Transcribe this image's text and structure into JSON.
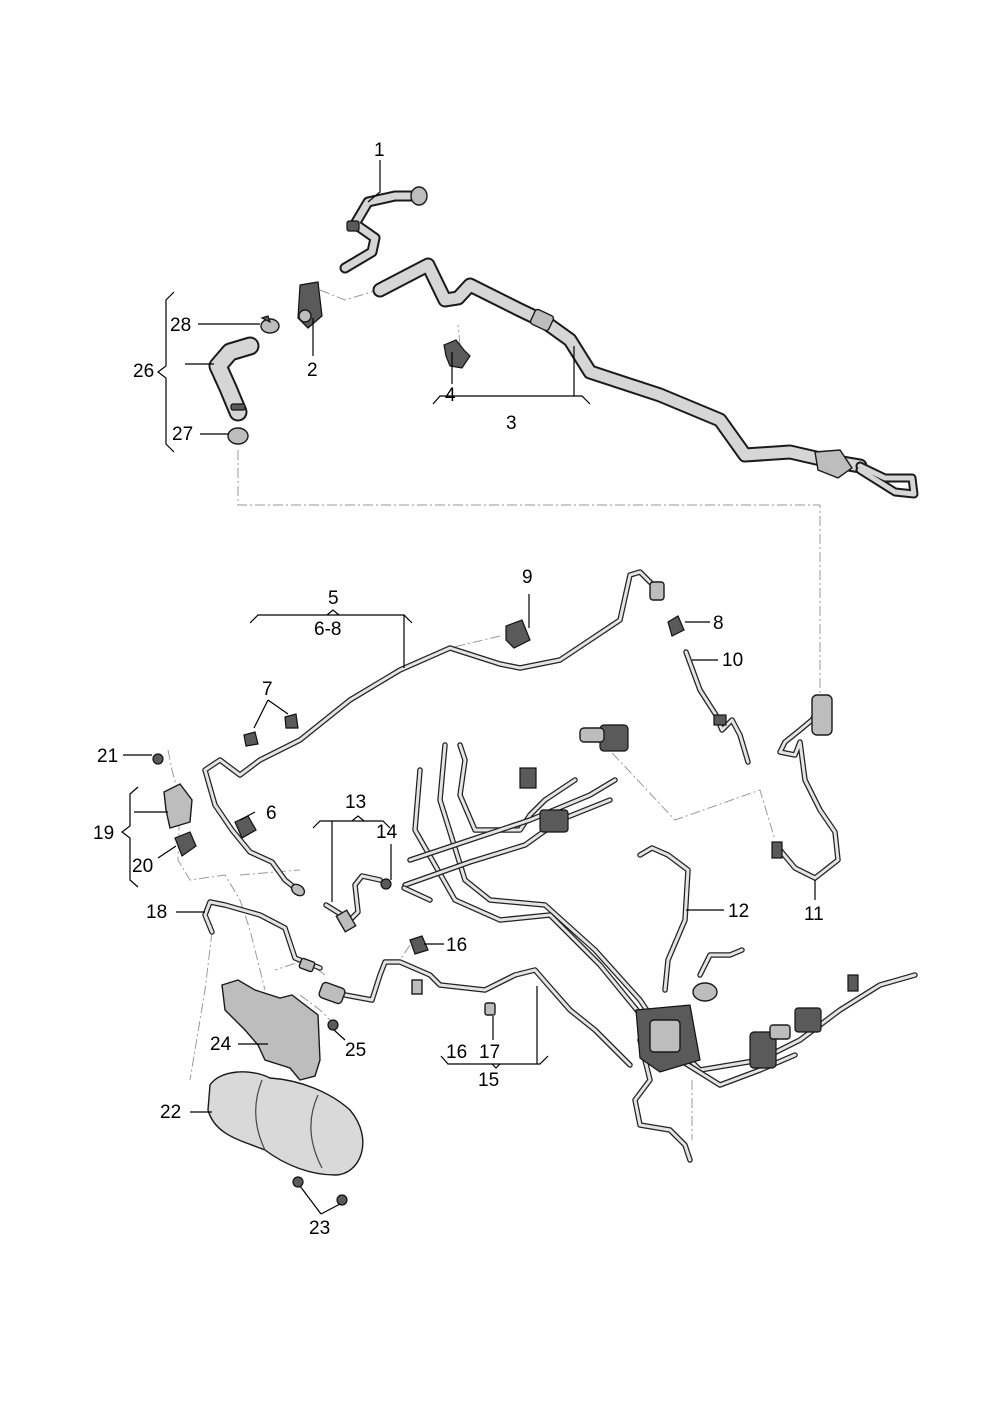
{
  "callouts": {
    "c1": "1",
    "c2": "2",
    "c3": "3",
    "c4": "4",
    "c5": "5",
    "c6_8": "6-8",
    "c6": "6",
    "c7": "7",
    "c8": "8",
    "c9": "9",
    "c10": "10",
    "c11": "11",
    "c12": "12",
    "c13": "13",
    "c14": "14",
    "c15": "15",
    "c16a": "16",
    "c16b": "16",
    "c17": "17",
    "c18": "18",
    "c19": "19",
    "c20": "20",
    "c21": "21",
    "c22": "22",
    "c23": "23",
    "c24": "24",
    "c25": "25",
    "c26": "26",
    "c27": "27",
    "c28": "28"
  }
}
